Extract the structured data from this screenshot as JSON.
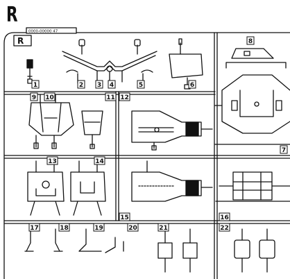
{
  "sprue": {
    "letter": "R",
    "frame_tag": "R",
    "part_code": "0000-00000 47"
  },
  "parts": [
    {
      "label": "1"
    },
    {
      "label": "2"
    },
    {
      "label": "3"
    },
    {
      "label": "4"
    },
    {
      "label": "5"
    },
    {
      "label": "6"
    },
    {
      "label": "7"
    },
    {
      "label": "8"
    },
    {
      "label": "9"
    },
    {
      "label": "10"
    },
    {
      "label": "11"
    },
    {
      "label": "12"
    },
    {
      "label": "13"
    },
    {
      "label": "14"
    },
    {
      "label": "15"
    },
    {
      "label": "16"
    },
    {
      "label": "17"
    },
    {
      "label": "18"
    },
    {
      "label": "19"
    },
    {
      "label": "20"
    },
    {
      "label": "21"
    },
    {
      "label": "22"
    }
  ]
}
